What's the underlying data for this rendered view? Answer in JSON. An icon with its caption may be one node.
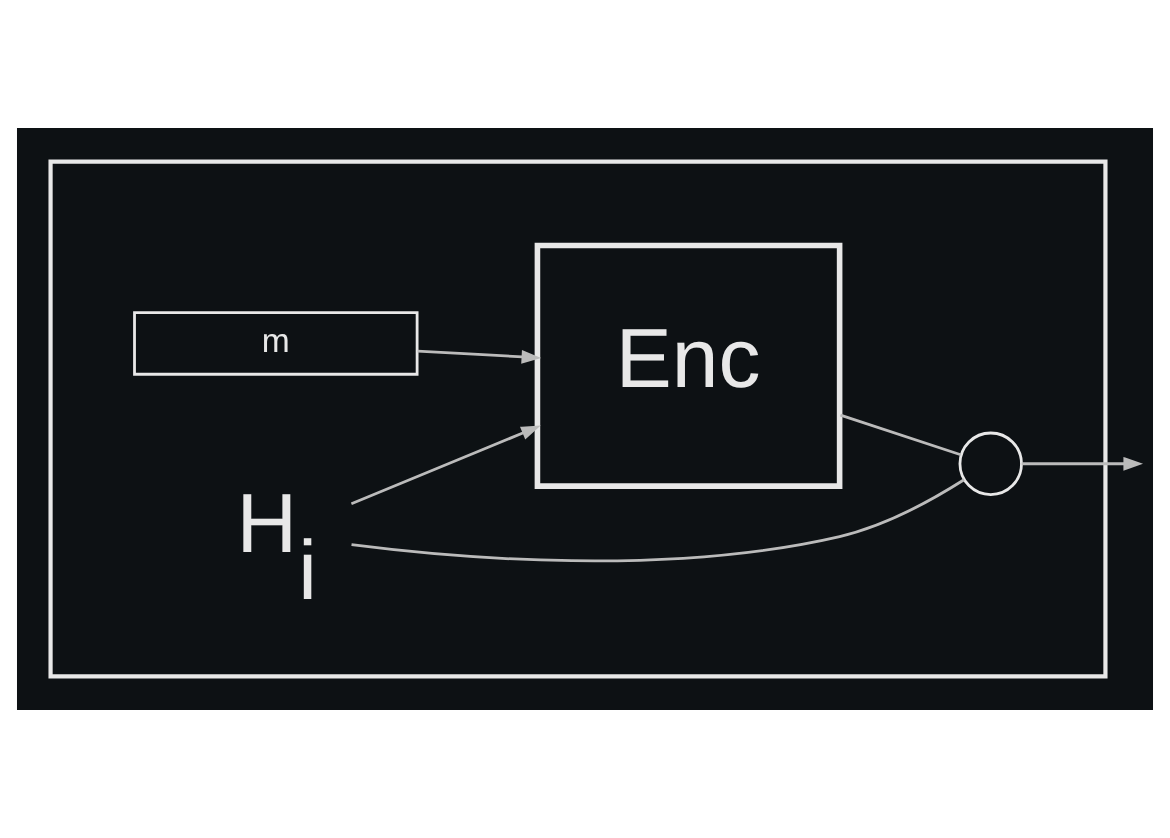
{
  "diagram": {
    "nodes": [
      {
        "text": [],
        "shape": "trapezoid"
      },
      {
        "text": [
          "m"
        ],
        "in": 0
      },
      {
        "text": [
          "H$_{i}$"
        ],
        "in": 0
      },
      {
        "text": [
          "Enc"
        ],
        "in": 0
      },
      {
        "text": [],
        "shape": "circle",
        "in": 0
      }
    ],
    "edges": [
      {
        "from": 1,
        "to": 3,
        "arrow": "to"
      },
      {
        "from": 2,
        "to": 3,
        "arrow": "to"
      },
      {
        "from": 2,
        "to": 4,
        "arrow": "none"
      },
      {
        "from": 3,
        "to": 4,
        "arrow": "none"
      },
      {
        "from": 4,
        "to": null,
        "arrow": "to"
      }
    ]
  }
}
